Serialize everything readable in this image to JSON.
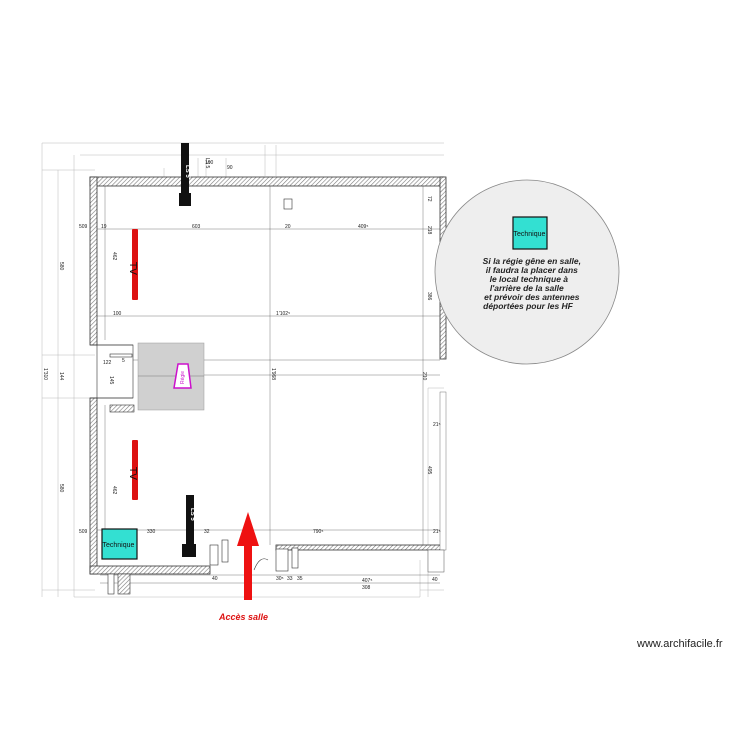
{
  "plan": {
    "colors": {
      "wall_hatch": "#8a8a8a",
      "technique_fill": "#33e0d2",
      "tv_red": "#dd1111",
      "stage_gray": "#d0d0d0",
      "regie_magenta": "#cc11cc",
      "note_bg": "#eeeeee",
      "arrow_red": "#ee1111"
    },
    "tv_left_top": {
      "label": "TV",
      "icon": "tv-screen-icon"
    },
    "tv_left_bottom": {
      "label": "TV",
      "icon": "tv-screen-icon"
    },
    "speaker_top": {
      "label": "LS 5",
      "icon": "speaker-stand-icon"
    },
    "speaker_bottom": {
      "label": "LS 5",
      "icon": "speaker-stand-icon"
    },
    "speaker_mid_label": "LS 5",
    "technique_room": {
      "label": "Technique"
    },
    "regie": {
      "label": "Régie"
    },
    "note": {
      "technique_label": "Technique",
      "lines": [
        "Si la régie gêne en salle,",
        "il faudra la placer dans",
        "le local technique à",
        "l'arrière de la salle",
        "et prévoir des antennes",
        "déportées pour les HF"
      ]
    },
    "entrance": {
      "label": "Accès salle",
      "icon": "arrow-up-icon"
    },
    "dimensions": {
      "top_100": "100",
      "top_90": "90",
      "left_509_top": "509",
      "left_19": "19",
      "mid_603": "603",
      "mid_20": "20",
      "mid_409": "409⁵",
      "right_218": "218",
      "right_72": "72",
      "left_462_top": "462",
      "left_100": "100",
      "center_1102": "1'102⁵",
      "right_386": "386",
      "left_122": "122",
      "left_5": "5",
      "left_145": "145",
      "left_1310": "1'310",
      "left_144": "144",
      "center_1968": "1'968",
      "right_210": "210",
      "right_215_a": "21⁵",
      "right_495": "495",
      "left_462_bottom": "462",
      "outer_580_top": "580",
      "outer_580_bottom": "580",
      "left_509_bottom": "509",
      "bot_330": "330",
      "bot_32": "32",
      "bot_790": "790⁵",
      "right_215_b": "21⁵",
      "bot_40_a": "40",
      "bot_40_b": "40",
      "bot_30": "30⁵",
      "bot_33": "33",
      "bot_35": "35",
      "bot_407": "407⁵",
      "bot_308": "308"
    },
    "watermark": "www.archifacile.fr"
  }
}
